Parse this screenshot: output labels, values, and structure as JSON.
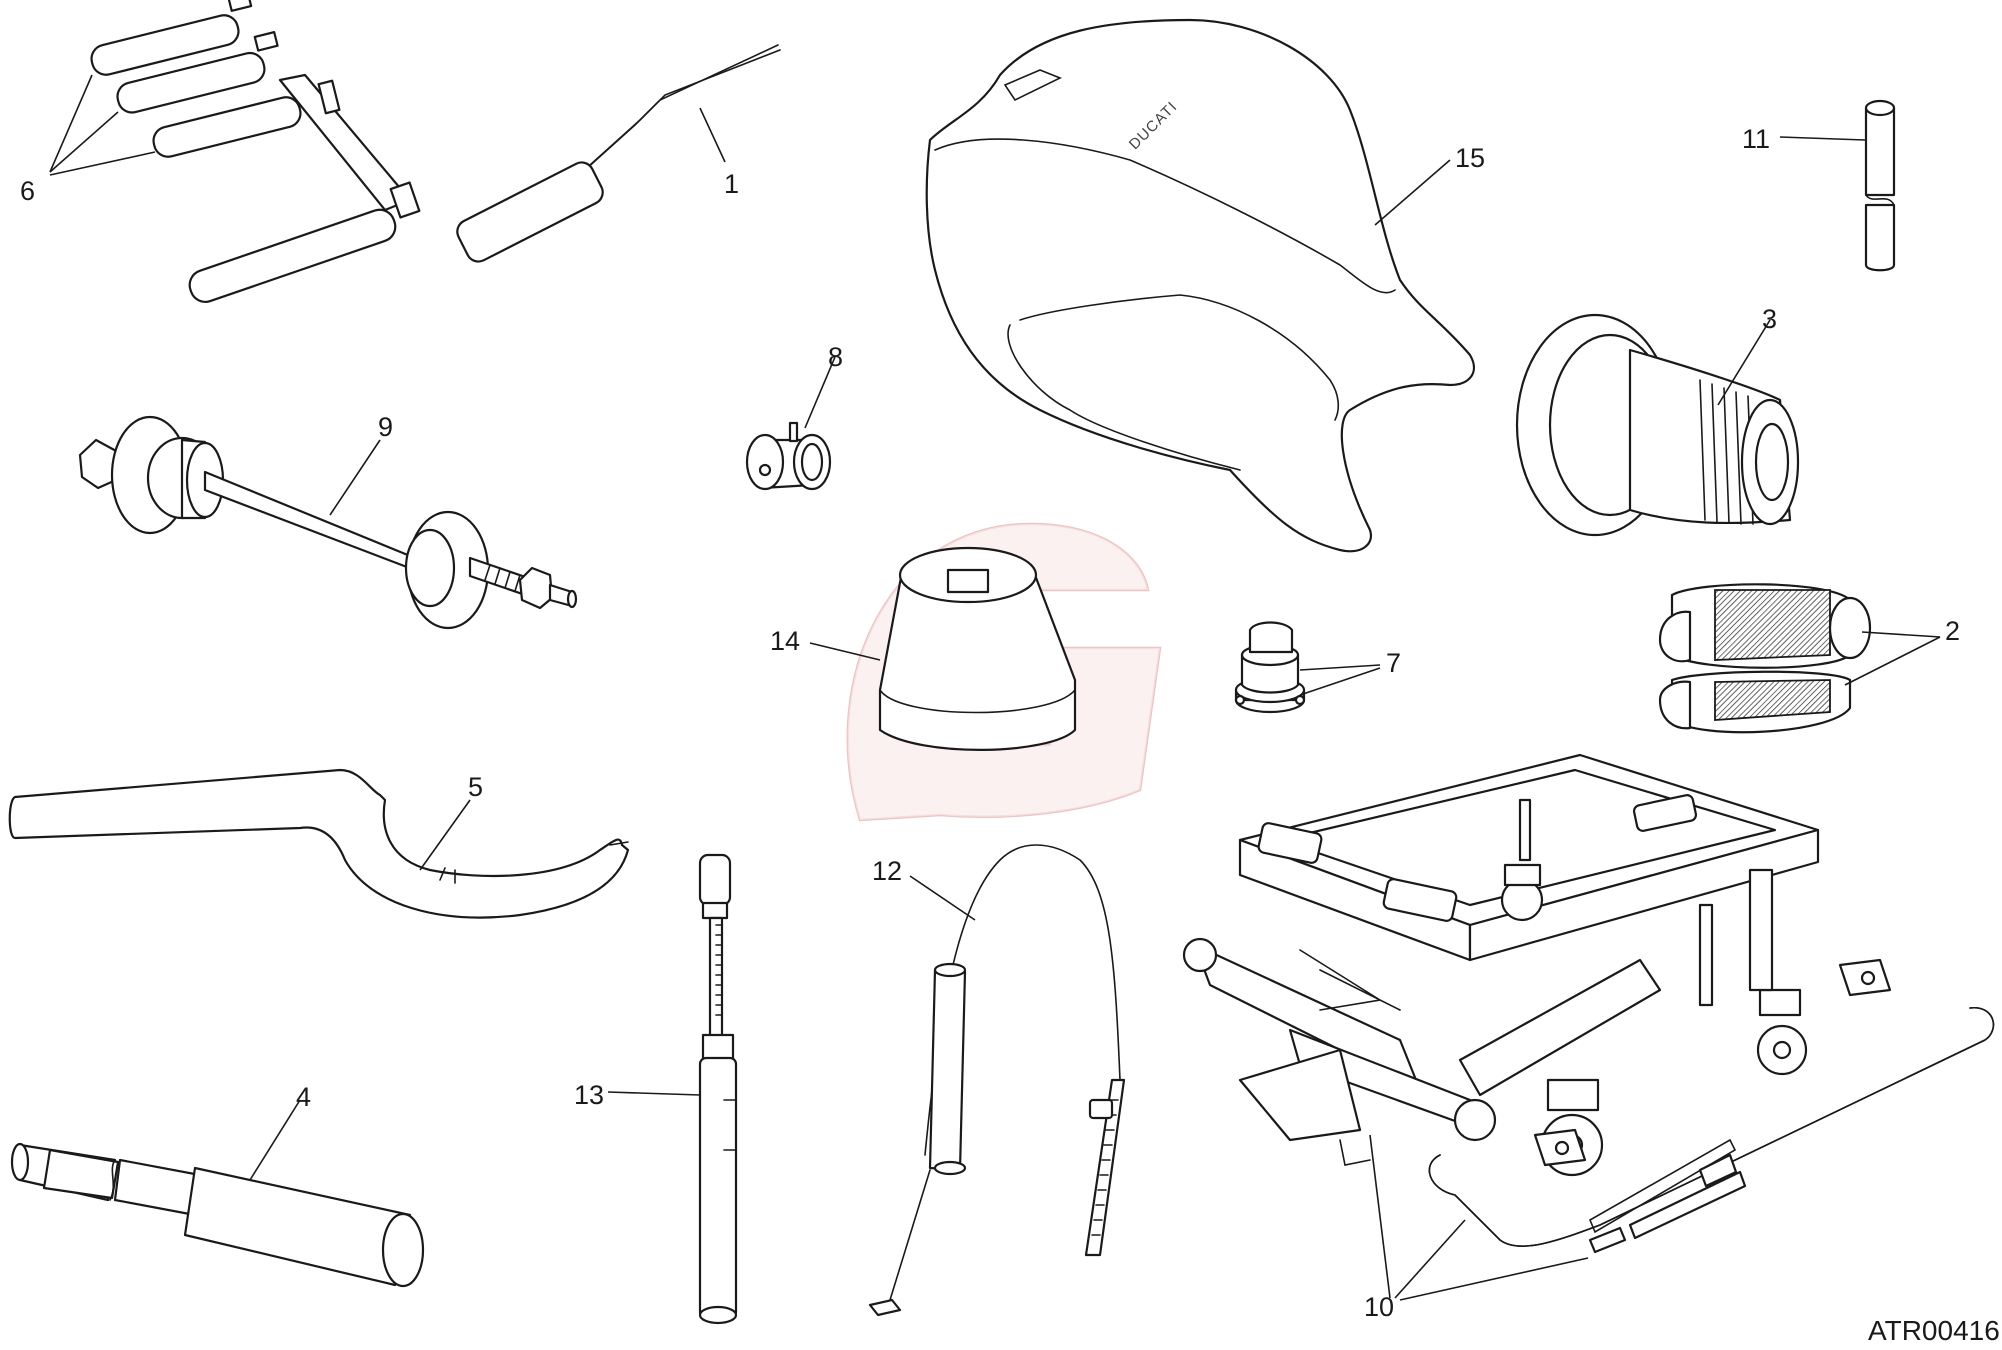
{
  "diagram": {
    "drawing_code": "ATR00416",
    "seat_brand_text": "DUCATI",
    "watermark_color": "#e8b0ad",
    "callouts": [
      {
        "id": "1",
        "label": "1"
      },
      {
        "id": "2",
        "label": "2"
      },
      {
        "id": "3",
        "label": "3"
      },
      {
        "id": "4",
        "label": "4"
      },
      {
        "id": "5",
        "label": "5"
      },
      {
        "id": "6",
        "label": "6"
      },
      {
        "id": "7",
        "label": "7"
      },
      {
        "id": "8",
        "label": "8"
      },
      {
        "id": "9",
        "label": "9"
      },
      {
        "id": "10",
        "label": "10"
      },
      {
        "id": "11",
        "label": "11"
      },
      {
        "id": "12",
        "label": "12"
      },
      {
        "id": "13",
        "label": "13"
      },
      {
        "id": "14",
        "label": "14"
      },
      {
        "id": "15",
        "label": "15"
      }
    ]
  }
}
